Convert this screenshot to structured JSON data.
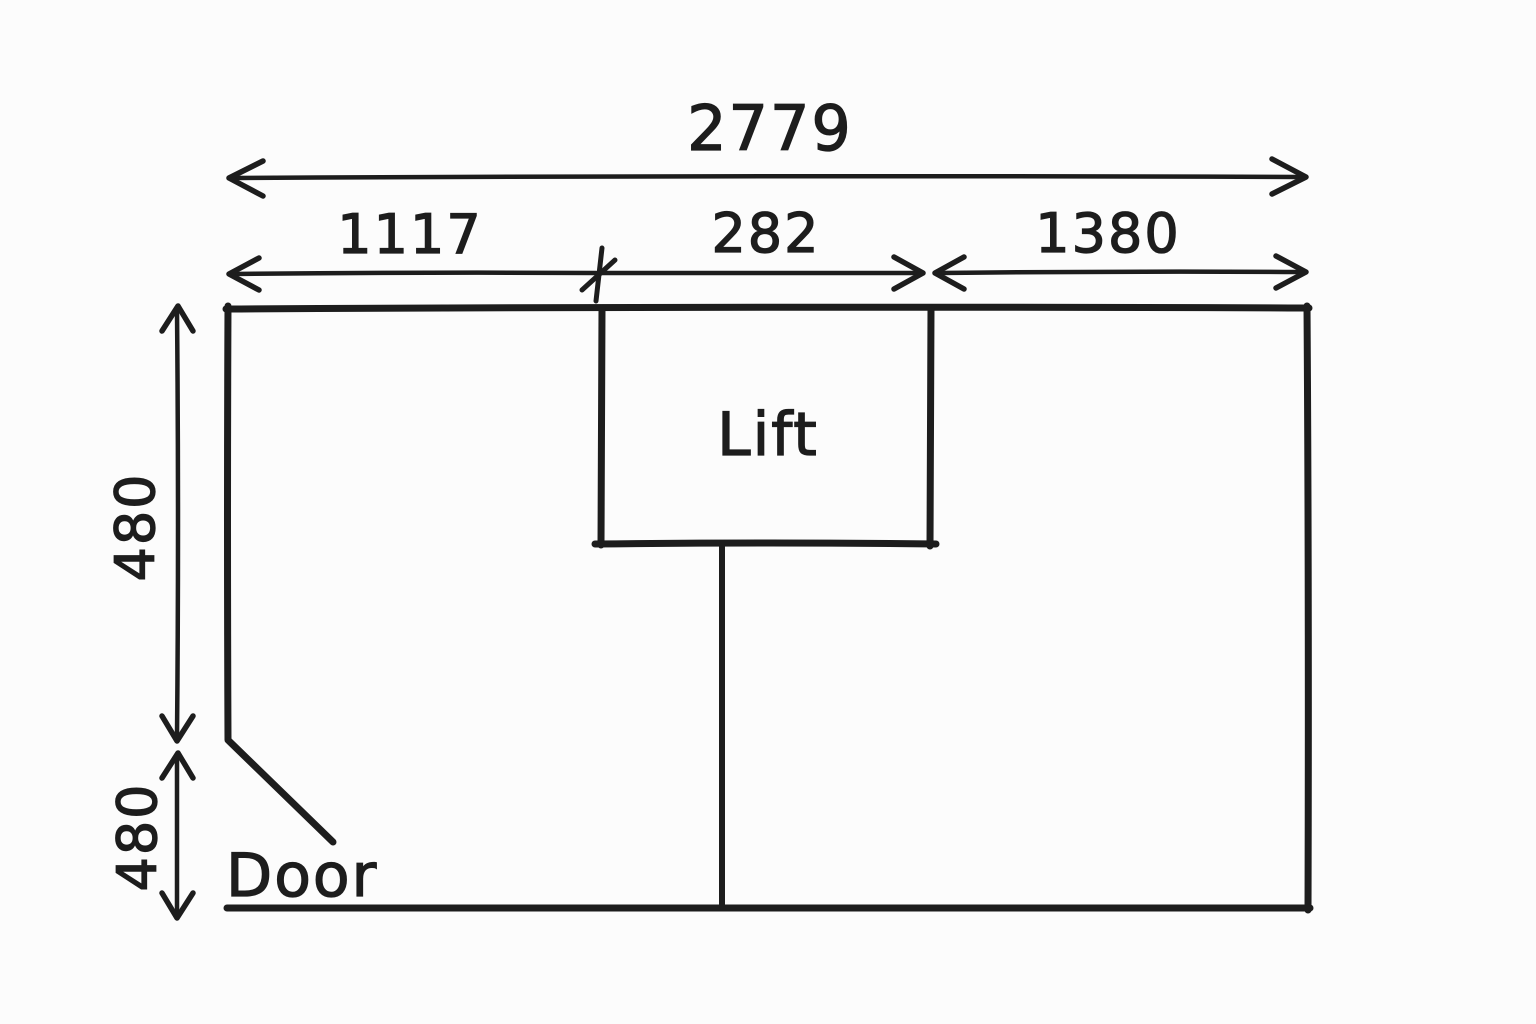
{
  "colors": {
    "ink": "#1d1d1d",
    "background": "#fcfcfc"
  },
  "floor_plan": {
    "dimensions": {
      "overall_width": "2779",
      "left_segment": "1117",
      "lift_segment": "282",
      "right_segment": "1380",
      "upper_height": "480",
      "door_height": "480"
    },
    "labels": {
      "lift": "Lift",
      "door": "Door"
    }
  }
}
